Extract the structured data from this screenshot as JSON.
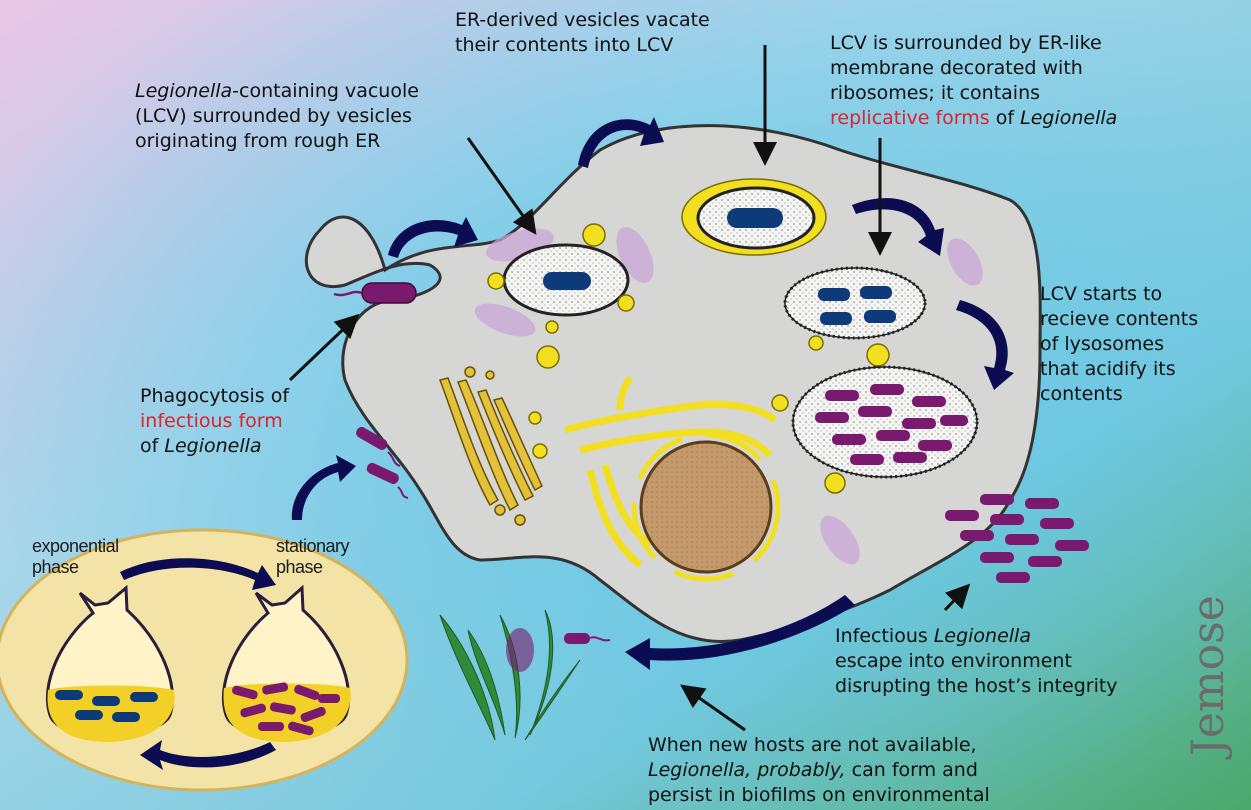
{
  "labels": {
    "er_vesicles": {
      "line1": "ER-derived vesicles vacate",
      "line2": "their contents into LCV"
    },
    "lcv_surrounded": {
      "line1_italic": "Legionella",
      "line1_rest": "-containing vacuole",
      "line2": "(LCV)  surrounded  by vesicles",
      "line3": "originating from rough ER"
    },
    "lcv_er_like": {
      "line1": "LCV is surrounded by ER-like",
      "line2": "membrane decorated with",
      "line3": "ribosomes; it contains",
      "line4_red": "replicative forms",
      "line4_mid": " of ",
      "line4_italic": "Legionella"
    },
    "lysosomes": {
      "line1": "LCV starts to",
      "line2": "recieve contents",
      "line3": "of lysosomes",
      "line4": "that acidify its",
      "line5": "contents"
    },
    "phagocytosis": {
      "line1": "Phagocytosis of",
      "line2_red": "infectious form",
      "line3_prefix": "of ",
      "line3_italic": "Legionella"
    },
    "escape": {
      "line1_prefix": "Infectious ",
      "line1_italic": "Legionella",
      "line2": "escape into environment",
      "line3": "disrupting the host’s integrity"
    },
    "biofilm": {
      "line1": "When new hosts are not available,",
      "line2_italic": "Legionella, probably,",
      "line2_rest": " can form and",
      "line3": "persist in biofilms on environmental"
    },
    "phases": {
      "exp_line1": "exponential",
      "exp_line2": "phase",
      "stat_line1": "stationary",
      "stat_line2": "phase"
    }
  },
  "watermark": "Jemose",
  "colors": {
    "bacterium_blue": "#0d3a78",
    "bacterium_purple": "#7a1a6e",
    "arrow_navy": "#0c0c52",
    "vesicle_yellow": "#f2e020",
    "cell_fill": "#d6d6d4",
    "nucleus": "#c49a6c",
    "label_red": "#e0202a",
    "plate_fill": "#f4e3a6"
  }
}
